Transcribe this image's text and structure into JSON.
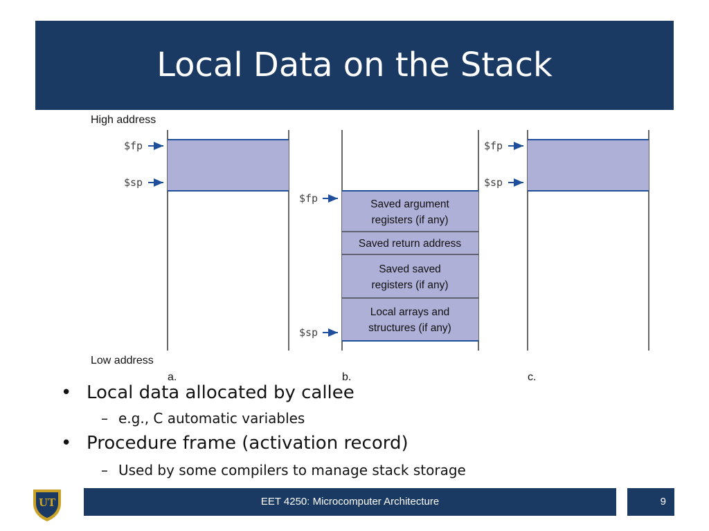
{
  "slide": {
    "title": "Local Data on the Stack"
  },
  "diagram": {
    "high_address": "High address",
    "low_address": "Low address",
    "fp": "$fp",
    "sp": "$sp",
    "panels": [
      {
        "label": "a."
      },
      {
        "label": "b."
      },
      {
        "label": "c."
      }
    ],
    "frame_cells": [
      {
        "line1": "Saved argument",
        "line2": "registers (if any)"
      },
      {
        "line1": "Saved return address"
      },
      {
        "line1": "Saved saved",
        "line2": "registers (if any)"
      },
      {
        "line1": "Local arrays and",
        "line2": "structures (if any)"
      }
    ],
    "colors": {
      "frame_fill": "#aeb0d8",
      "frame_line": "#1f4e9a",
      "rail": "#333333"
    }
  },
  "bullets": [
    {
      "text": "Local data allocated by callee",
      "sub": [
        {
          "text": "e.g., C automatic variables"
        }
      ]
    },
    {
      "text": "Procedure frame (activation record)",
      "sub": [
        {
          "text": "Used by some compilers to manage stack storage"
        }
      ]
    }
  ],
  "footer": {
    "course": "EET 4250: Microcomputer Architecture",
    "page_number": "9",
    "logo_text": "UT"
  },
  "theme": {
    "navy": "#1a3a63",
    "gold": "#c9a227"
  }
}
